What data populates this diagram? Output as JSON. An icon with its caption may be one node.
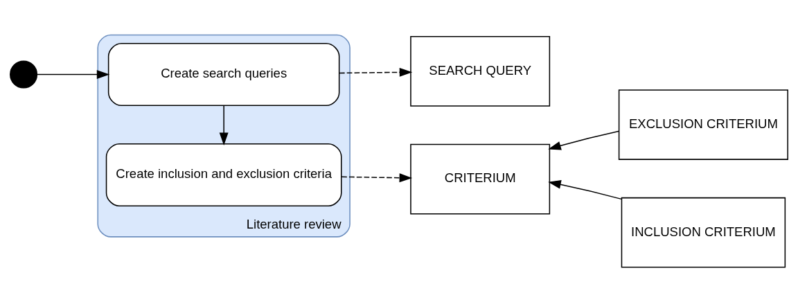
{
  "diagram": {
    "nodes": [
      {
        "text": [],
        "shape": "circle"
      },
      {
        "text": [
          "Literature review"
        ]
      },
      {
        "text": [
          "Create search queries"
        ],
        "in": 1
      },
      {
        "text": [
          "Create inclusion and exclusion criteria"
        ],
        "in": 1
      },
      {
        "text": [
          "SEARCH QUERY"
        ]
      },
      {
        "text": [
          "CRITERIUM"
        ]
      },
      {
        "text": [
          "EXCLUSION CRITERIUM"
        ]
      },
      {
        "text": [
          "INCLUSION CRITERIUM"
        ]
      }
    ],
    "edges": [
      {
        "from": 0,
        "to": 2,
        "arrow": "to"
      },
      {
        "from": 2,
        "to": 3,
        "arrow": "to"
      },
      {
        "from": 2,
        "to": 4,
        "arrow": "to",
        "style": "dashed"
      },
      {
        "from": 3,
        "to": 5,
        "arrow": "to",
        "style": "dashed"
      },
      {
        "from": 6,
        "to": 5,
        "arrow": "to"
      },
      {
        "from": 7,
        "to": 5,
        "arrow": "to"
      }
    ]
  }
}
